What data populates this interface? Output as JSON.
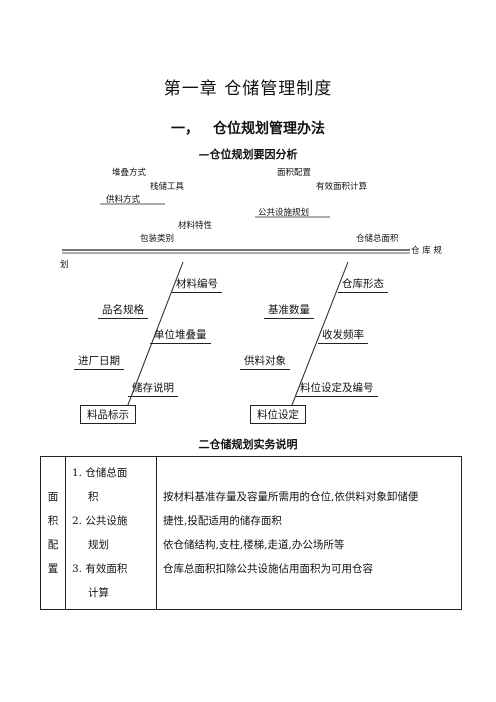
{
  "chapter_title": "第一章  仓储管理制度",
  "section1": {
    "num": "一，",
    "title": "仓位规划管理办法"
  },
  "diagram": {
    "title": "—仓位规划要因分析",
    "upper": {
      "stacking_method": "堆叠方式",
      "area_config": "面积配置",
      "stack_tools": "栈储工具",
      "effective_area_calc": "有效面积计算",
      "supply_method": "供料方式",
      "public_facilities": "公共设施规划",
      "material_property": "材料特性",
      "packaging_type": "包装类别",
      "total_area": "仓储总面积"
    },
    "spine_label_a": "仓 库 规",
    "spine_label_b": "划",
    "lower": {
      "material_code": "材料编号",
      "warehouse_form": "仓库形态",
      "product_spec": "品名规格",
      "base_quantity": "基准数量",
      "unit_stack": "单位堆叠量",
      "dispatch_freq": "收发频率",
      "entry_date": "进厂日期",
      "supply_target": "供料对象",
      "storage_note": "储存说明",
      "location_code": "料位设定及编号",
      "material_label": "料品标示",
      "location_setting": "料位设定"
    }
  },
  "section2_title": "二仓储规划实务说明",
  "table": {
    "category": [
      "面",
      "积",
      "配",
      "置"
    ],
    "items": {
      "i1": "1.    仓储总面",
      "i1b": "积",
      "i2": "2.    公共设施",
      "i2b": "规划",
      "i3": "3.    有效面积",
      "i3b": "计算"
    },
    "desc": {
      "d1": "按材料基准存量及容量所需用的仓位,依供料对象卸储便",
      "d2": "捷性,投配适用的储存面积",
      "d3": "依仓储结构,支柱,楼梯,走道,办公场所等",
      "d4": "仓库总面积扣除公共设施佔用面积为可用仓容"
    }
  }
}
